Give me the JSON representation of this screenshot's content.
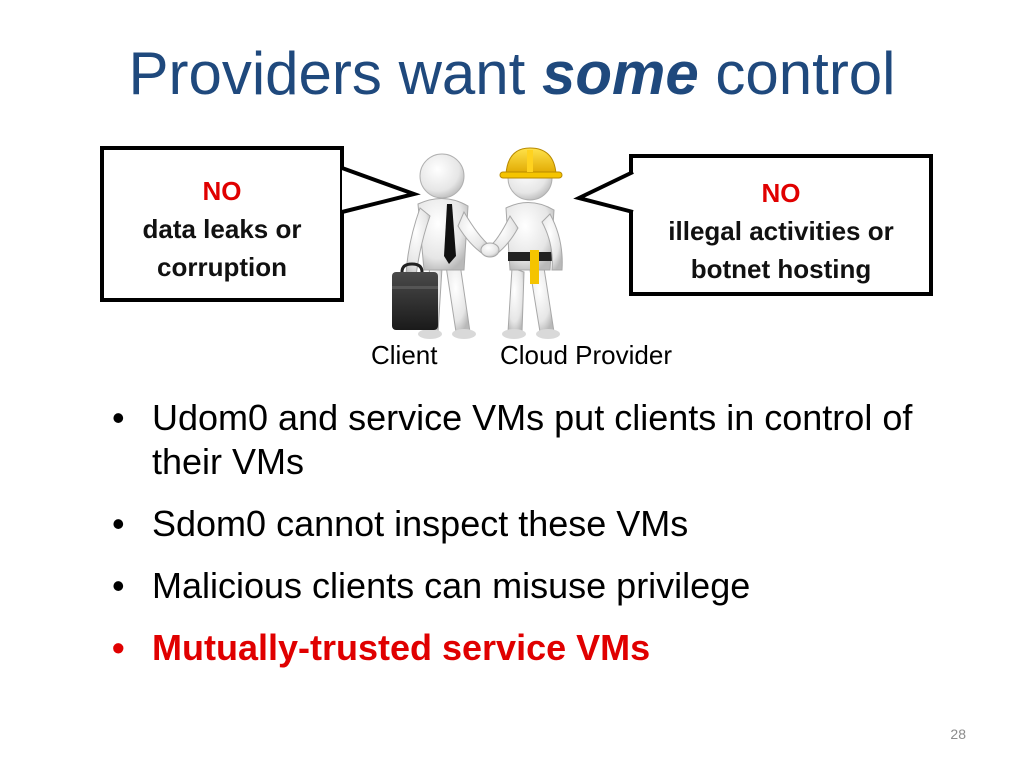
{
  "title": {
    "before": "Providers want",
    "emphasis": "some",
    "after": "control"
  },
  "left_bubble": {
    "heading": "NO",
    "line1": "data leaks or",
    "line2": "corruption"
  },
  "right_bubble": {
    "heading": "NO",
    "line1": "illegal activities or",
    "line2": "botnet hosting"
  },
  "figures": {
    "client_label": "Client",
    "provider_label": "Cloud Provider"
  },
  "bullets": [
    {
      "text": "Udom0 and service VMs put clients in control of their VMs"
    },
    {
      "text": "Sdom0 cannot inspect these VMs"
    },
    {
      "text": "Malicious clients can misuse privilege"
    },
    {
      "text": "Mutually-trusted service VMs"
    }
  ],
  "bullet_glyph": "•",
  "page_number": "28",
  "colors": {
    "title": "#1f497d",
    "warning": "#e00000",
    "helmet": "#f5c400"
  }
}
